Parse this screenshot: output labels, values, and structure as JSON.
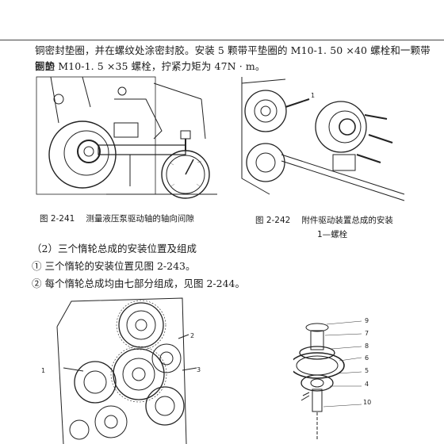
{
  "intro": {
    "line1": "铜密封垫圈，并在螺纹处涂密封胶。安装 5 颗带平垫圈的 M10-1. 50 ×40 螺栓和一颗带铜垫",
    "line2": "圈的 M10-1. 5 ×35 螺栓，拧紧力矩为 47N · m。"
  },
  "figures": {
    "fig241": {
      "number": "图 2-241",
      "caption": "测量液压泵驱动轴的轴向间隙"
    },
    "fig242": {
      "number": "图 2-242",
      "caption": "附件驱动装置总成的安装",
      "sub": "1—螺栓"
    }
  },
  "section": {
    "heading": "（2）三个惰轮总成的安装位置及组成",
    "item1": "①  三个惰轮的安装位置见图 2-243。",
    "item2": "②  每个惰轮总成均由七部分组成，见图 2-244。"
  },
  "callouts": {
    "fig243": [
      "1",
      "2",
      "3"
    ],
    "fig244": [
      "9",
      "7",
      "8",
      "6",
      "5",
      "4",
      "10"
    ]
  }
}
